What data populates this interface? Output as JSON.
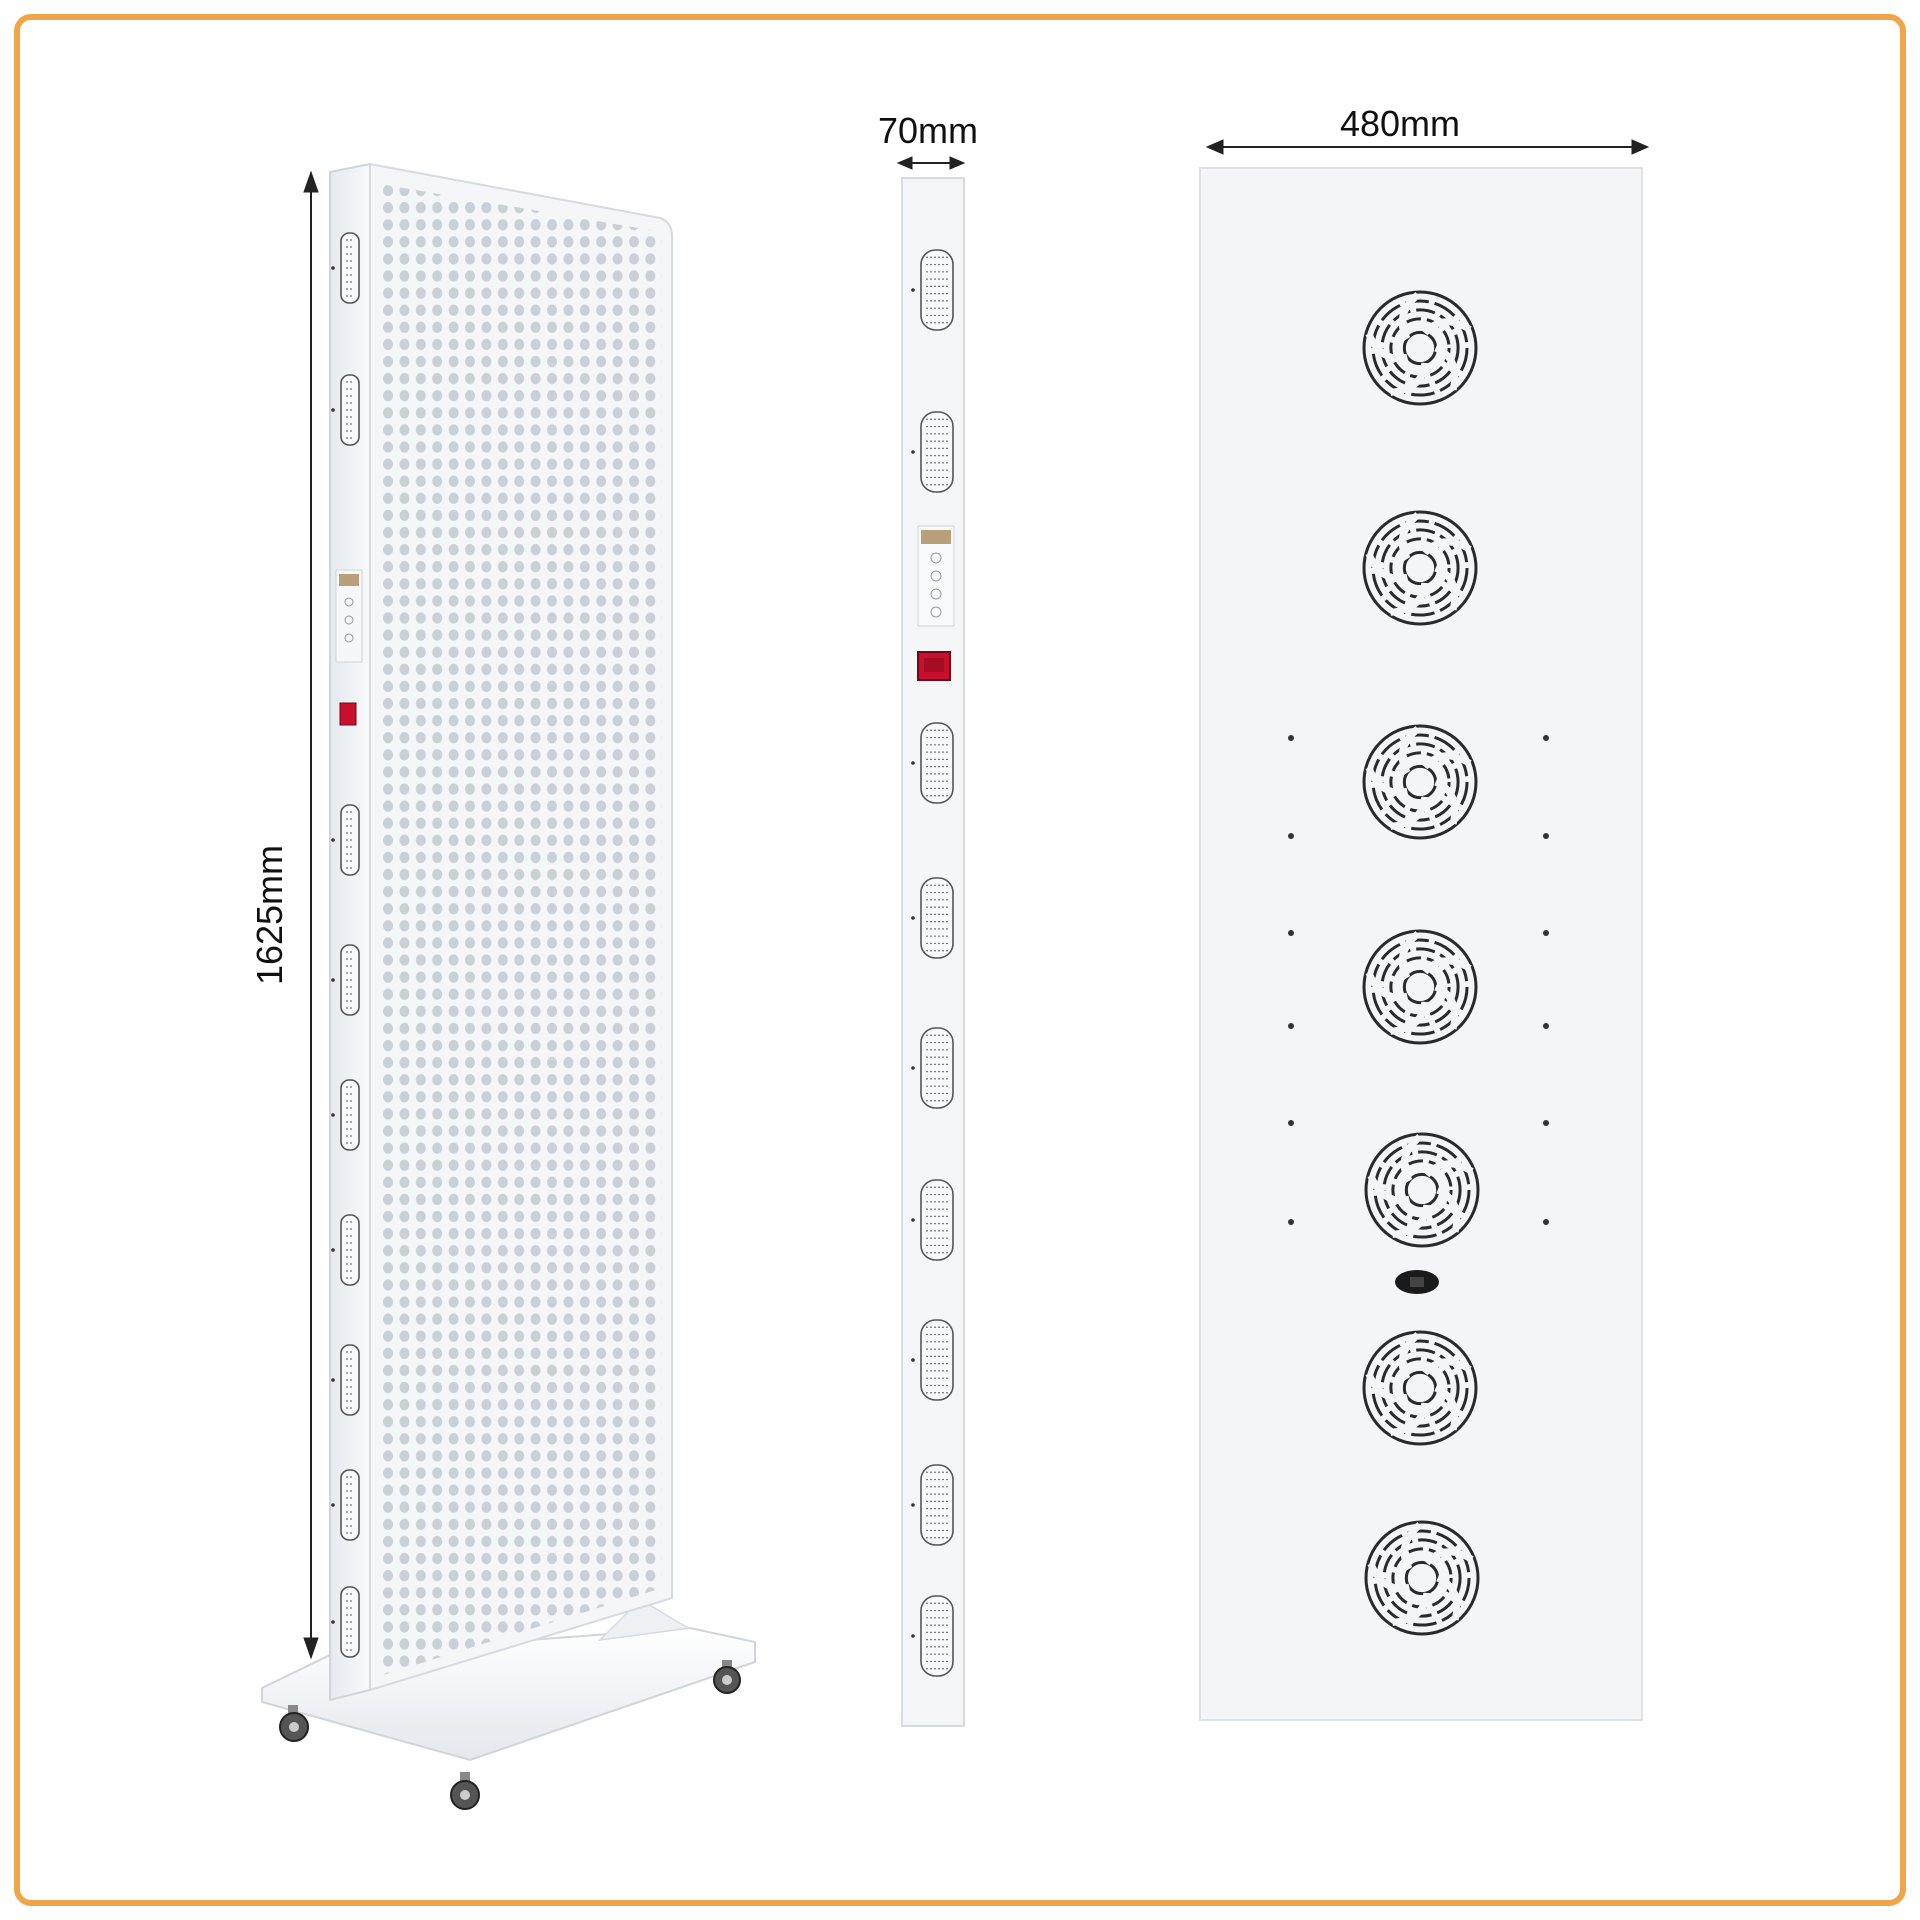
{
  "dimensions": {
    "height": "1625mm",
    "depth": "70mm",
    "width": "480mm"
  },
  "colors": {
    "frame": "#f0a54a",
    "panel_light": "#f4f6f8",
    "panel_edge": "#d5dbe1",
    "led": "#c9d0d7",
    "switch": "#c8102e",
    "fan_grille": "#2a2a2a",
    "dim_line": "#222222"
  },
  "icons": {
    "fan": "fan-grille-icon",
    "switch": "power-switch-icon",
    "controller": "control-panel-icon",
    "power_socket": "power-socket-icon",
    "wheel": "caster-wheel-icon",
    "vent": "side-vent-icon"
  }
}
